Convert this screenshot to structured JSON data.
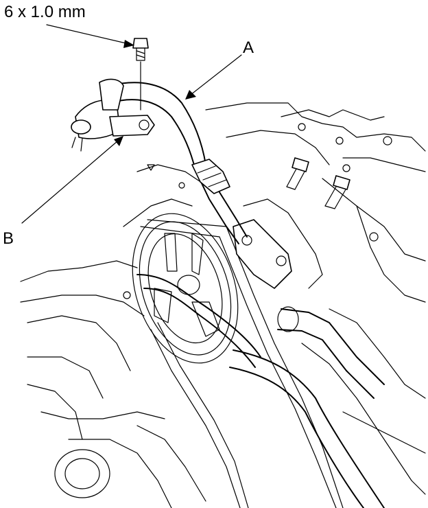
{
  "callouts": {
    "bolt_spec": "6 x 1.0 mm",
    "label_a": "A",
    "label_b": "B"
  },
  "colors": {
    "line": "#000000",
    "background": "#ffffff"
  }
}
